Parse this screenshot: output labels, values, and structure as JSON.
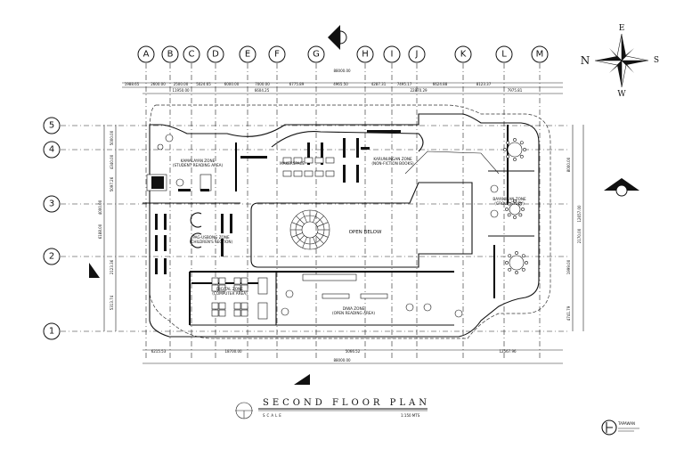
{
  "drawing": {
    "title": "SECOND FLOOR PLAN",
    "scale_label": "SCALE",
    "scale_value": "1:150 MTS",
    "logo_text": "TAPAWAN"
  },
  "compass": {
    "north": "N",
    "south": "S",
    "east": "E",
    "west": "W"
  },
  "column_grid": {
    "labels": [
      "A",
      "B",
      "C",
      "D",
      "E",
      "F",
      "G",
      "H",
      "I",
      "J",
      "K",
      "L",
      "M"
    ],
    "top_dims": [
      "1988.65",
      "2600.00",
      "2500.00",
      "5024.65",
      "6000.00",
      "7000.00",
      "6775.89",
      "4965.50",
      "4287.31",
      "7495.17",
      "6624.88",
      "8123.37"
    ],
    "overall_top": "88000.00",
    "upper_sub_dims": [
      "11950.00",
      "6604.25",
      "22870.29",
      "7975.81"
    ],
    "bottom_dims": [
      "6215.53",
      "18700.00",
      "5066.52",
      "12567.96"
    ],
    "overall_bottom": "88000.00"
  },
  "row_grid": {
    "labels": [
      "5",
      "4",
      "3",
      "2",
      "1"
    ],
    "left_dims": [
      "5000.00",
      "4340.00",
      "5097.26",
      "4000.00",
      "6188.00",
      "2123.36",
      "5313.74"
    ],
    "right_dims": [
      "8000.00",
      "12657.00",
      "2170.00",
      "1999.00",
      "4741.79"
    ]
  },
  "areas": [
    {
      "id": "kamalayan",
      "name": "KAMALAYAN ZONE",
      "sub": "(STUDENT READING AREA)"
    },
    {
      "id": "makerspace",
      "name": "MAKERSPACE"
    },
    {
      "id": "karunungan",
      "name": "KARUNUNGAN ZONE",
      "sub": "(NON-FICTION BOOKS)"
    },
    {
      "id": "open_below",
      "name": "OPEN BELOW"
    },
    {
      "id": "bayanihan",
      "name": "BAYANIHAN ZONE",
      "sub": "(GROUP STUDY)"
    },
    {
      "id": "pagsibol",
      "name": "PAG-USBONG ZONE",
      "sub": "(CHILDREN'S SECTION)"
    },
    {
      "id": "digital",
      "name": "DIGITAL ZONE",
      "sub": "(COMPUTER AREA)"
    },
    {
      "id": "open_reading",
      "name": "DIWA ZONE",
      "sub": "(OPEN READING AREA)"
    }
  ]
}
